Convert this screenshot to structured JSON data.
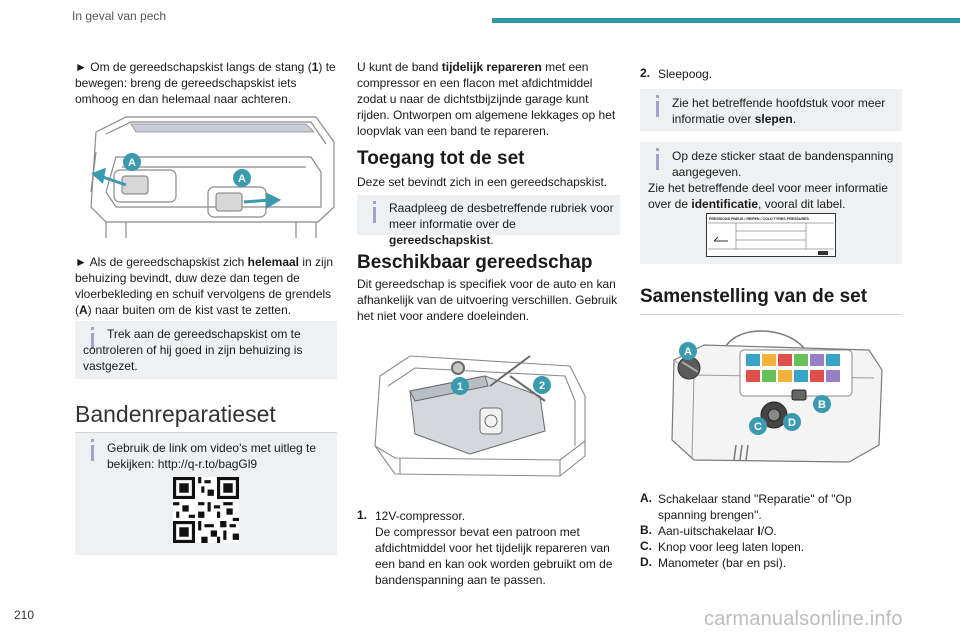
{
  "header": {
    "section_title": "In geval van pech",
    "accent_color": "#2f98a8"
  },
  "page_number": "210",
  "watermark": "carmanualsonline.info",
  "col1": {
    "para1_arrow": "►",
    "para1_a": "Om de gereedschapskist langs de stang (",
    "para1_b": "1",
    "para1_c": ") te bewegen: breng de gereedschapskist iets omhoog en dan helemaal naar achteren.",
    "illustration1_callouts": [
      "A",
      "A"
    ],
    "para2_arrow": "►",
    "para2_a": "Als de gereedschapskist zich ",
    "para2_b": "helemaal",
    "para2_c": " in zijn behuizing bevindt, duw deze dan tegen de vloerbekleding en schuif vervolgens de grendels (",
    "para2_d": "A",
    "para2_e": ") naar buiten om de kist vast te zetten.",
    "note1": "Trek aan de gereedschapskist om te controleren of hij goed in zijn behuizing is vastgezet.",
    "heading": "Bandenreparatieset",
    "note2": "Gebruik de link om video's met uitleg te bekijken: http://q-r.to/bagGl9"
  },
  "col2": {
    "intro_a": "U kunt de band ",
    "intro_b": "tijdelijk repareren",
    "intro_c": " met een compressor en een flacon met afdichtmiddel zodat u naar de dichtstbijzijnde garage kunt rijden. Ontworpen om algemene lekkages op het loopvlak van een band te repareren.",
    "heading1": "Toegang tot de set",
    "para_access": "Deze set bevindt zich in een gereedschapskist.",
    "note_a": "Raadpleeg de desbetreffende rubriek voor meer informatie over de ",
    "note_b": "gereedschapskist",
    "note_c": ".",
    "heading2": "Beschikbaar gereedschap",
    "para_tools": "Dit gereedschap is specifiek voor de auto en kan afhankelijk van de uitvoering verschillen. Gebruik het niet voor andere doeleinden.",
    "illustration_callouts": [
      "1",
      "2"
    ],
    "item1_num": "1.",
    "item1_title": "12V-compressor.",
    "item1_text": "De compressor bevat een patroon met afdichtmiddel voor het tijdelijk repareren van een band en kan ook worden gebruikt om de bandenspanning aan te passen."
  },
  "col3": {
    "item2_num": "2.",
    "item2_text": "Sleepoog.",
    "note1_a": "Zie het betreffende hoofdstuk voor meer informatie over ",
    "note1_b": "slepen",
    "note1_c": ".",
    "note2_line1": "Op deze sticker staat de bandenspanning aangegeven.",
    "note2_line2_a": "Zie het betreffende deel voor meer informatie over de ",
    "note2_line2_b": "identificatie",
    "note2_line2_c": ", vooral dit label.",
    "sticker_label": "PRESSIONS PNEUS / REIFEN / COLD TYRES PRESSURES",
    "heading": "Samenstelling van de set",
    "illustration_callouts": [
      "A",
      "B",
      "C",
      "D"
    ],
    "list": [
      {
        "label": "A.",
        "text_a": "Schakelaar stand \"Reparatie\" of \"Op spanning brengen\".",
        "text_b": "",
        "text_c": ""
      },
      {
        "label": "B.",
        "text_a": "Aan-uitschakelaar ",
        "text_b": "I",
        "text_c": "/O."
      },
      {
        "label": "C.",
        "text_a": "Knop voor leeg laten lopen.",
        "text_b": "",
        "text_c": ""
      },
      {
        "label": "D.",
        "text_a": "Manometer (bar en psi).",
        "text_b": "",
        "text_c": ""
      }
    ]
  }
}
